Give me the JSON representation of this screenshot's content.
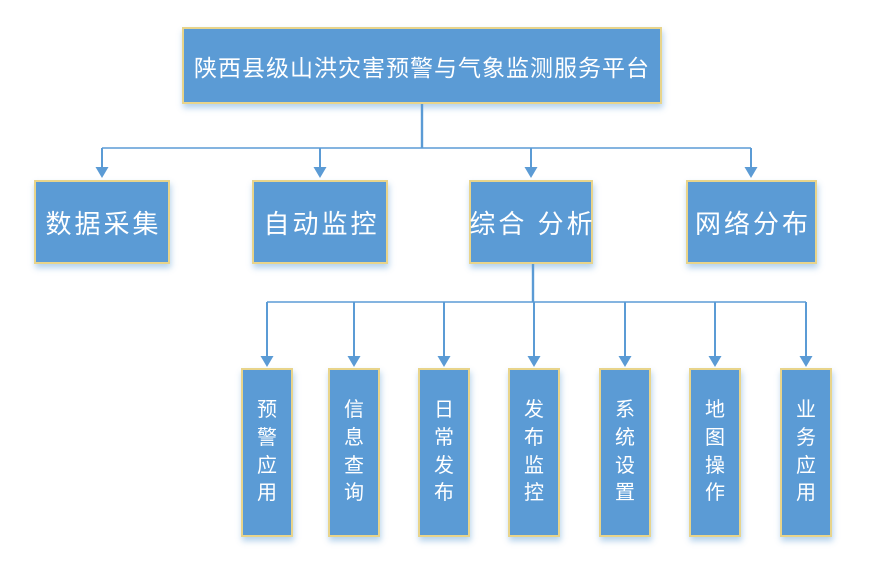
{
  "diagram": {
    "root": {
      "label": "陕西县级山洪灾害预警与气象监测服务平台"
    },
    "level2": [
      {
        "label": "数据采集"
      },
      {
        "label": "自动监控"
      },
      {
        "label": "综合 分析"
      },
      {
        "label": "网络分布"
      }
    ],
    "level3": [
      {
        "label": "预警应用"
      },
      {
        "label": "信息查询"
      },
      {
        "label": "日常发布"
      },
      {
        "label": "发布监控"
      },
      {
        "label": "系统设置"
      },
      {
        "label": "地图操作"
      },
      {
        "label": "业务应用"
      }
    ],
    "colors": {
      "box_fill": "#5B9BD5",
      "box_border": "#E8D48B",
      "connector": "#5B9BD5",
      "text": "#FFFFFF",
      "background": "#FFFFFF"
    }
  }
}
